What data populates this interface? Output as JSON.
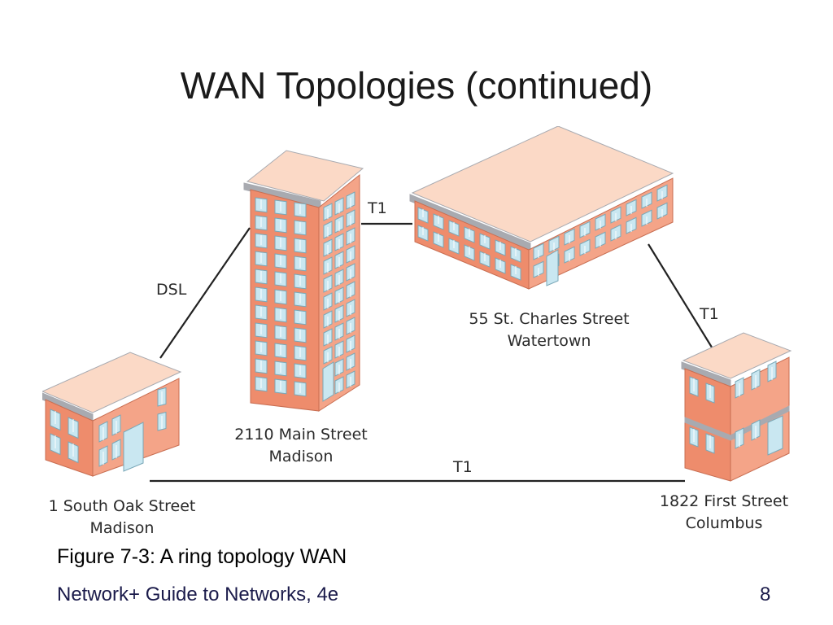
{
  "slide": {
    "title": "WAN Topologies (continued)",
    "caption": "Figure 7-3: A ring topology WAN",
    "footer": "Network+ Guide to Networks, 4e",
    "page_number": "8"
  },
  "diagram": {
    "sites": {
      "madison_main": {
        "line1": "2110 Main Street",
        "line2": "Madison"
      },
      "watertown": {
        "line1": "55 St. Charles Street",
        "line2": "Watertown"
      },
      "south_oak": {
        "line1": "1 South Oak Street",
        "line2": "Madison"
      },
      "columbus": {
        "line1": "1822 First Street",
        "line2": "Columbus"
      }
    },
    "links": {
      "oak_to_main": "DSL",
      "main_to_watertown": "T1",
      "watertown_to_columbus": "T1",
      "columbus_to_oak": "T1"
    }
  },
  "colors": {
    "brick": "#ee8c6c",
    "roof": "#fbd9c6",
    "trim": "#a8aab0",
    "window": "#c9e7f1",
    "link_line": "#222222"
  }
}
